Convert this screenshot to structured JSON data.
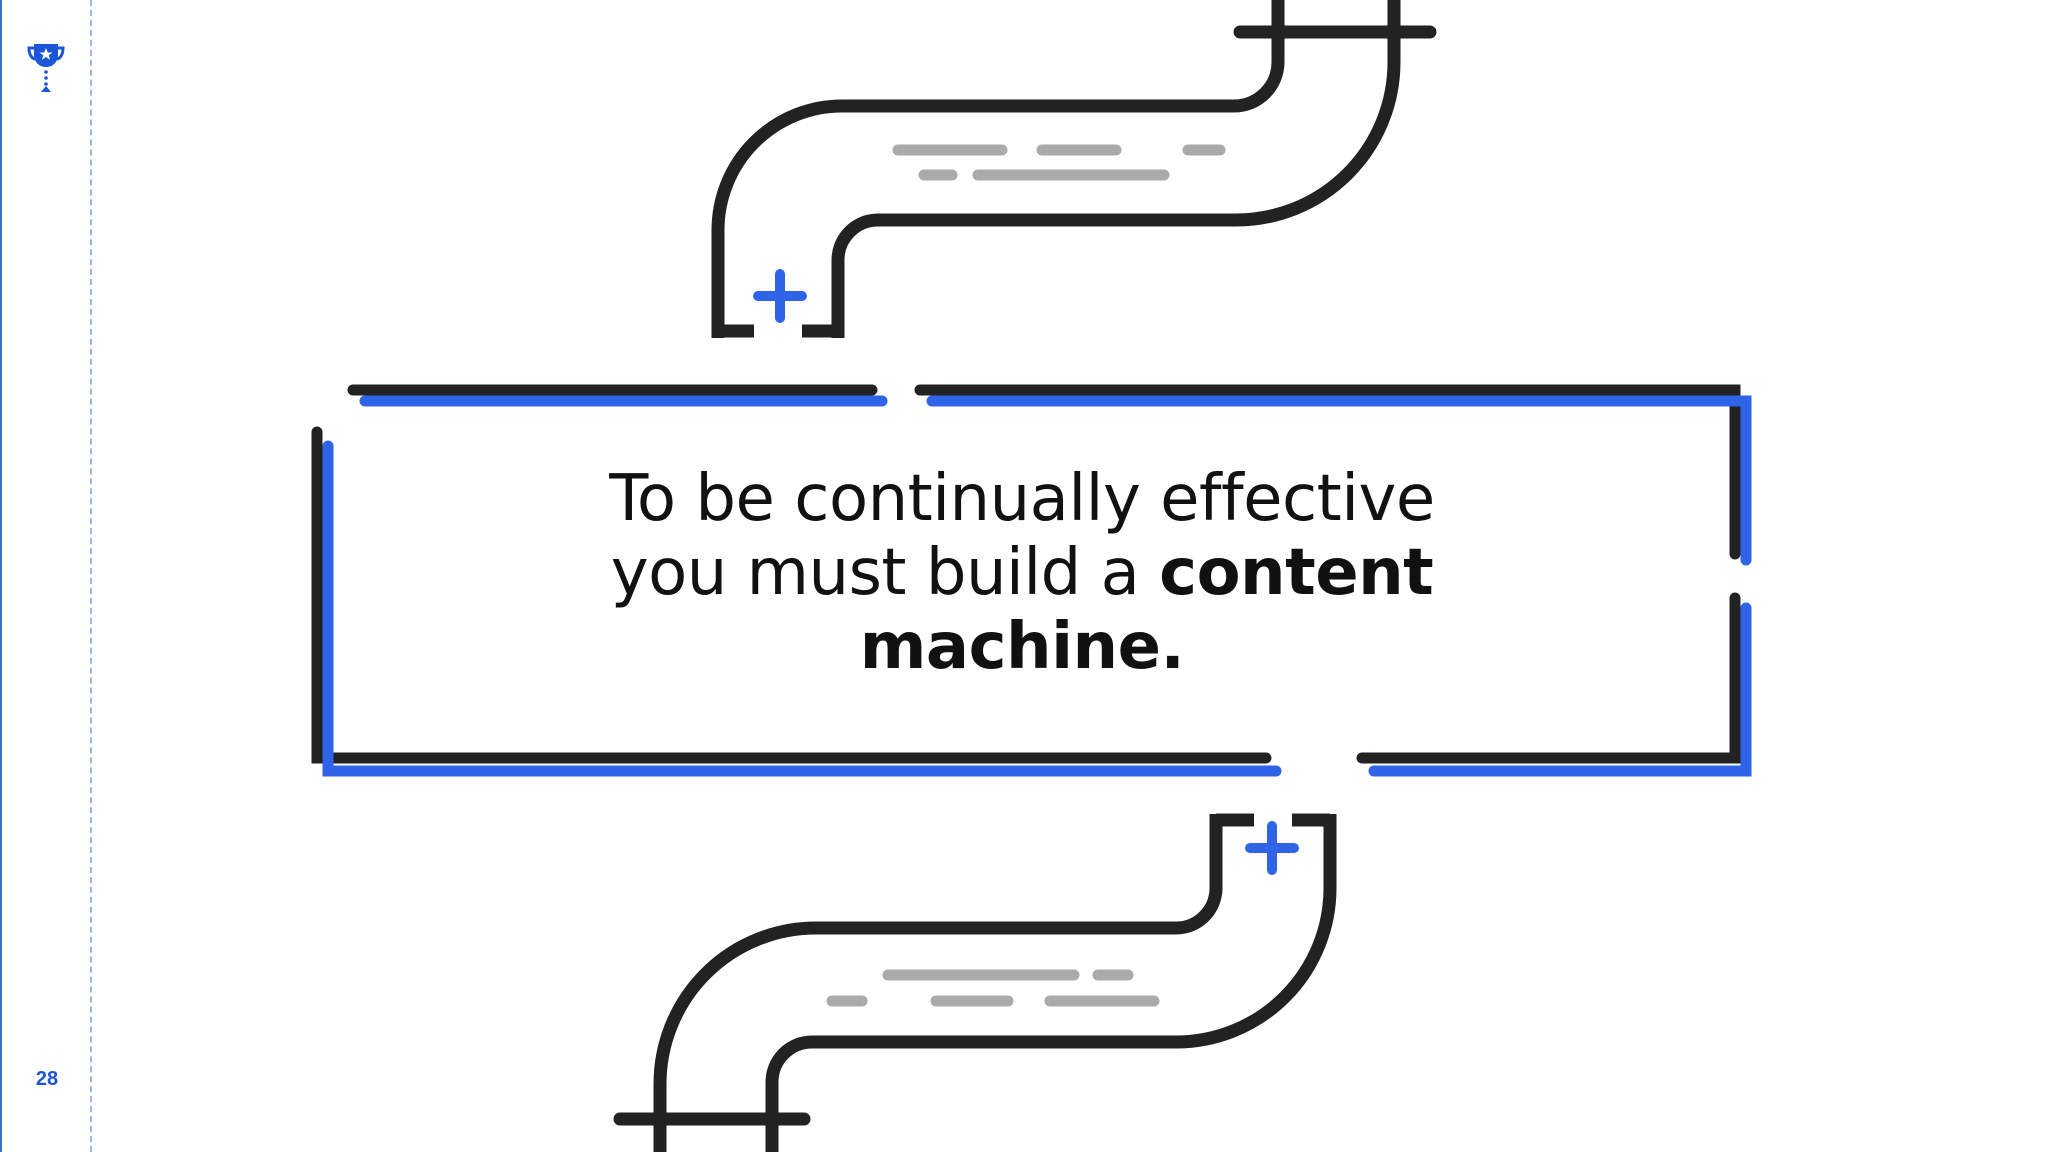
{
  "slide": {
    "page_number": "28",
    "quote": {
      "line1": "To be continually effective",
      "line2_regular": "you must build a ",
      "line2_bold": "content",
      "line3_bold": "machine."
    }
  },
  "icons": {
    "logo": "trophy-icon",
    "decor_top": "plus-icon",
    "decor_bottom": "plus-icon"
  },
  "colors": {
    "accent_blue": "#2f64e8",
    "line_dark": "#222222",
    "text_gray": "#aaaaaa",
    "rail_blue": "#1a56d6"
  }
}
